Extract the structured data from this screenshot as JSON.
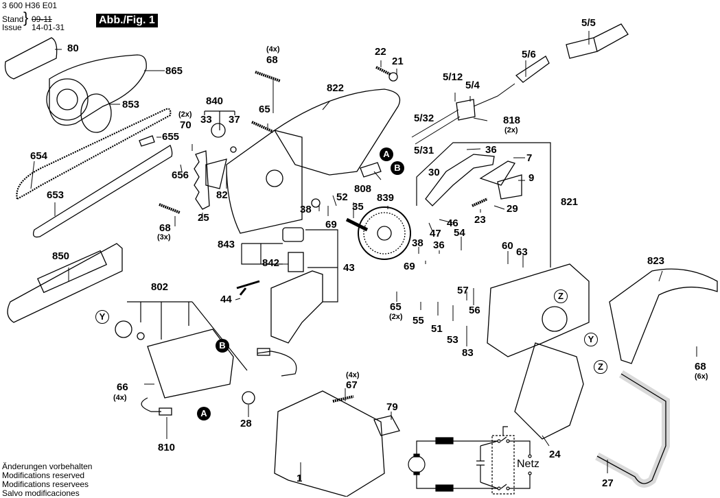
{
  "header": {
    "doc_number": "3 600 H36 E01",
    "stand_label": "Stand",
    "issue_label": "Issue",
    "old_date": "09-11",
    "new_date": "14-01-31",
    "figure": "Abb./Fig. 1"
  },
  "footer": {
    "lines": [
      "Änderungen vorbehalten",
      "Modifications reserved",
      "Modifications reservees",
      "Salvo modificaciones"
    ]
  },
  "callouts": {
    "c80": "80",
    "c865": "865",
    "c853": "853",
    "c654": "654",
    "c653": "653",
    "c655": "655",
    "c656": "656",
    "c70": "70",
    "c70q": "(2x)",
    "c840": "840",
    "c33": "33",
    "c37": "37",
    "c25": "25",
    "c82": "82",
    "c68a": "68",
    "c68aq": "(3x)",
    "c68b": "68",
    "c68bq": "(4x)",
    "c65a": "65",
    "c822": "822",
    "c22": "22",
    "c21": "21",
    "c56": "5/6",
    "c55": "5/5",
    "c512": "5/12",
    "c54": "5/4",
    "c818": "818",
    "c818q": "(2x)",
    "c532": "5/32",
    "c531": "5/31",
    "c808": "808",
    "c839": "839",
    "c38a": "38",
    "c52": "52",
    "c35": "35",
    "c69a": "69",
    "c843": "843",
    "c842": "842",
    "c43": "43",
    "c44": "44",
    "c850": "850",
    "c802": "802",
    "c66": "66",
    "c66q": "(4x)",
    "c810": "810",
    "c28": "28",
    "c67": "67",
    "c67q": "(4x)",
    "c79": "79",
    "c1": "1",
    "c36a": "36",
    "c7": "7",
    "c30": "30",
    "c9": "9",
    "c821": "821",
    "c29": "29",
    "c23": "23",
    "c46": "46",
    "c47": "47",
    "c54b": "54",
    "c36b": "36",
    "c38b": "38",
    "c69b": "69",
    "c60": "60",
    "c63": "63",
    "c65b": "65",
    "c65bq": "(2x)",
    "c57": "57",
    "c56b": "56",
    "c55b": "55",
    "c51": "51",
    "c53": "53",
    "c83": "83",
    "c823": "823",
    "c68c": "68",
    "c68cq": "(6x)",
    "c24": "24",
    "c27": "27"
  },
  "markers": {
    "A": "A",
    "B": "B",
    "Y": "Y",
    "Z": "Z"
  },
  "schematic": {
    "supply_label": "Netz"
  }
}
